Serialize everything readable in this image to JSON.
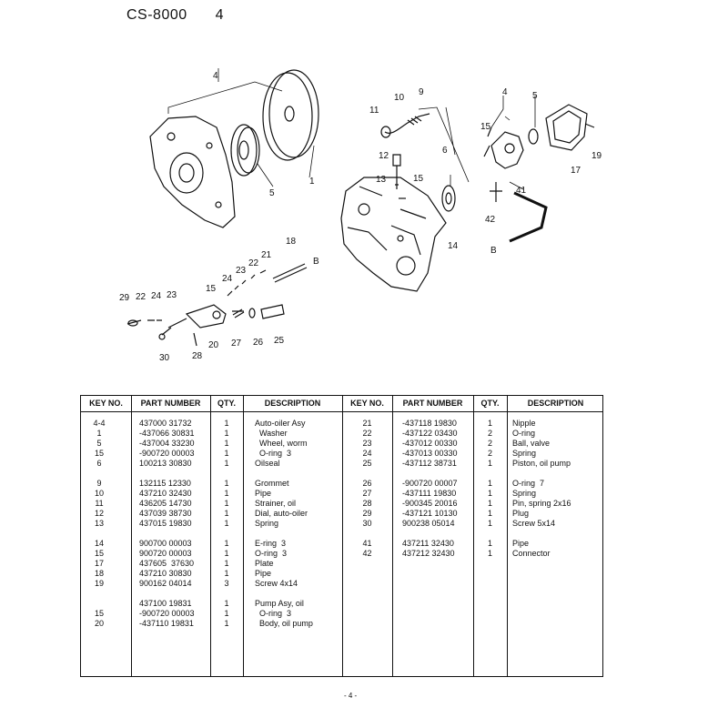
{
  "header": {
    "model": "CS-8000",
    "page": "4"
  },
  "diagram": {
    "callouts": [
      "4",
      "5",
      "1",
      "11",
      "10",
      "9",
      "4",
      "5",
      "15",
      "12",
      "6",
      "13",
      "15",
      "17",
      "19",
      "41",
      "42",
      "14",
      "18",
      "B",
      "B",
      "21",
      "22",
      "23",
      "24",
      "29",
      "22",
      "24",
      "23",
      "15",
      "30",
      "28",
      "20",
      "27",
      "26",
      "25"
    ]
  },
  "table": {
    "headers": [
      "KEY NO.",
      "PART NUMBER",
      "QTY.",
      "DESCRIPTION",
      "KEY NO.",
      "PART NUMBER",
      "QTY.",
      "DESCRIPTION"
    ],
    "left": [
      {
        "key": "4-4",
        "part": "437000 31732",
        "qty": "1",
        "desc": "Auto-oiler Asy"
      },
      {
        "key": "1",
        "part": "-437066 30831",
        "qty": "1",
        "desc": "  Washer"
      },
      {
        "key": "5",
        "part": "-437004 33230",
        "qty": "1",
        "desc": "  Wheel, worm"
      },
      {
        "key": "15",
        "part": "-900720 00003",
        "qty": "1",
        "desc": "  O-ring  3"
      },
      {
        "key": "6",
        "part": "100213 30830",
        "qty": "1",
        "desc": "Oilseal"
      },
      {
        "key": "",
        "part": "",
        "qty": "",
        "desc": ""
      },
      {
        "key": "9",
        "part": "132115 12330",
        "qty": "1",
        "desc": "Grommet"
      },
      {
        "key": "10",
        "part": "437210 32430",
        "qty": "1",
        "desc": "Pipe"
      },
      {
        "key": "11",
        "part": "436205 14730",
        "qty": "1",
        "desc": "Strainer, oil"
      },
      {
        "key": "12",
        "part": "437039 38730",
        "qty": "1",
        "desc": "Dial, auto-oiler"
      },
      {
        "key": "13",
        "part": "437015 19830",
        "qty": "1",
        "desc": "Spring"
      },
      {
        "key": "",
        "part": "",
        "qty": "",
        "desc": ""
      },
      {
        "key": "14",
        "part": "900700 00003",
        "qty": "1",
        "desc": "E-ring  3"
      },
      {
        "key": "15",
        "part": "900720 00003",
        "qty": "1",
        "desc": "O-ring  3"
      },
      {
        "key": "17",
        "part": "437605  37630",
        "qty": "1",
        "desc": "Plate"
      },
      {
        "key": "18",
        "part": "437210 30830",
        "qty": "1",
        "desc": "Pipe"
      },
      {
        "key": "19",
        "part": "900162 04014",
        "qty": "3",
        "desc": "Screw 4x14"
      },
      {
        "key": "",
        "part": "",
        "qty": "",
        "desc": ""
      },
      {
        "key": "",
        "part": "437100 19831",
        "qty": "1",
        "desc": "Pump Asy, oil"
      },
      {
        "key": "15",
        "part": "-900720 00003",
        "qty": "1",
        "desc": "  O-ring  3"
      },
      {
        "key": "20",
        "part": "-437110 19831",
        "qty": "1",
        "desc": "  Body, oil pump"
      }
    ],
    "right": [
      {
        "key": "21",
        "part": "-437118 19830",
        "qty": "1",
        "desc": "Nipple"
      },
      {
        "key": "22",
        "part": "-437122 03430",
        "qty": "2",
        "desc": "O-ring"
      },
      {
        "key": "23",
        "part": "-437012 00330",
        "qty": "2",
        "desc": "Ball, valve"
      },
      {
        "key": "24",
        "part": "-437013 00330",
        "qty": "2",
        "desc": "Spring"
      },
      {
        "key": "25",
        "part": "-437112 38731",
        "qty": "1",
        "desc": "Piston, oil pump"
      },
      {
        "key": "",
        "part": "",
        "qty": "",
        "desc": ""
      },
      {
        "key": "26",
        "part": "-900720 00007",
        "qty": "1",
        "desc": "O-ring  7"
      },
      {
        "key": "27",
        "part": "-437111 19830",
        "qty": "1",
        "desc": "Spring"
      },
      {
        "key": "28",
        "part": "-900345 20016",
        "qty": "1",
        "desc": "Pin, spring 2x16"
      },
      {
        "key": "29",
        "part": "-437121 10130",
        "qty": "1",
        "desc": "Plug"
      },
      {
        "key": "30",
        "part": "900238 05014",
        "qty": "1",
        "desc": "Screw 5x14"
      },
      {
        "key": "",
        "part": "",
        "qty": "",
        "desc": ""
      },
      {
        "key": "41",
        "part": "437211 32430",
        "qty": "1",
        "desc": "Pipe"
      },
      {
        "key": "42",
        "part": "437212 32430",
        "qty": "1",
        "desc": "Connector"
      }
    ]
  },
  "footer": {
    "page_marker": "- 4 -"
  }
}
